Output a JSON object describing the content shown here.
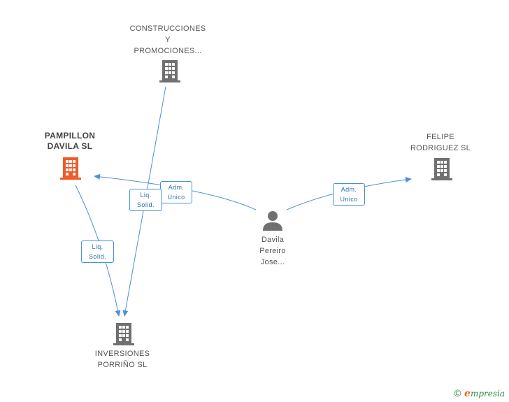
{
  "colors": {
    "edge": "#4a90d9",
    "building": "#707070",
    "building_focus": "#f15a29",
    "person": "#707070"
  },
  "nodes": {
    "construcciones": {
      "label": "CONSTRUCCIONES\nY\nPROMOCIONES...",
      "icon": "building-icon"
    },
    "pampillon": {
      "label": "PAMPILLON\nDAVILA SL",
      "icon": "building-icon-highlighted"
    },
    "felipe": {
      "label": "FELIPE\nRODRIGUEZ SL",
      "icon": "building-icon"
    },
    "davila": {
      "label": "Davila\nPereiro\nJose...",
      "icon": "person-icon"
    },
    "inversiones": {
      "label": "INVERSIONES\nPORRIÑO SL",
      "icon": "building-icon"
    }
  },
  "edges": {
    "davila_pampillon": {
      "label": "Adm.\nUnico"
    },
    "construcciones_inversiones": {
      "label": "Liq.\nSolid."
    },
    "pampillon_inversiones": {
      "label": "Liq.\nSolid."
    },
    "davila_felipe": {
      "label": "Adm.\nUnico"
    }
  },
  "footer": {
    "copyright_symbol": "©",
    "brand_initial": "e",
    "brand_rest": "mpresia"
  }
}
